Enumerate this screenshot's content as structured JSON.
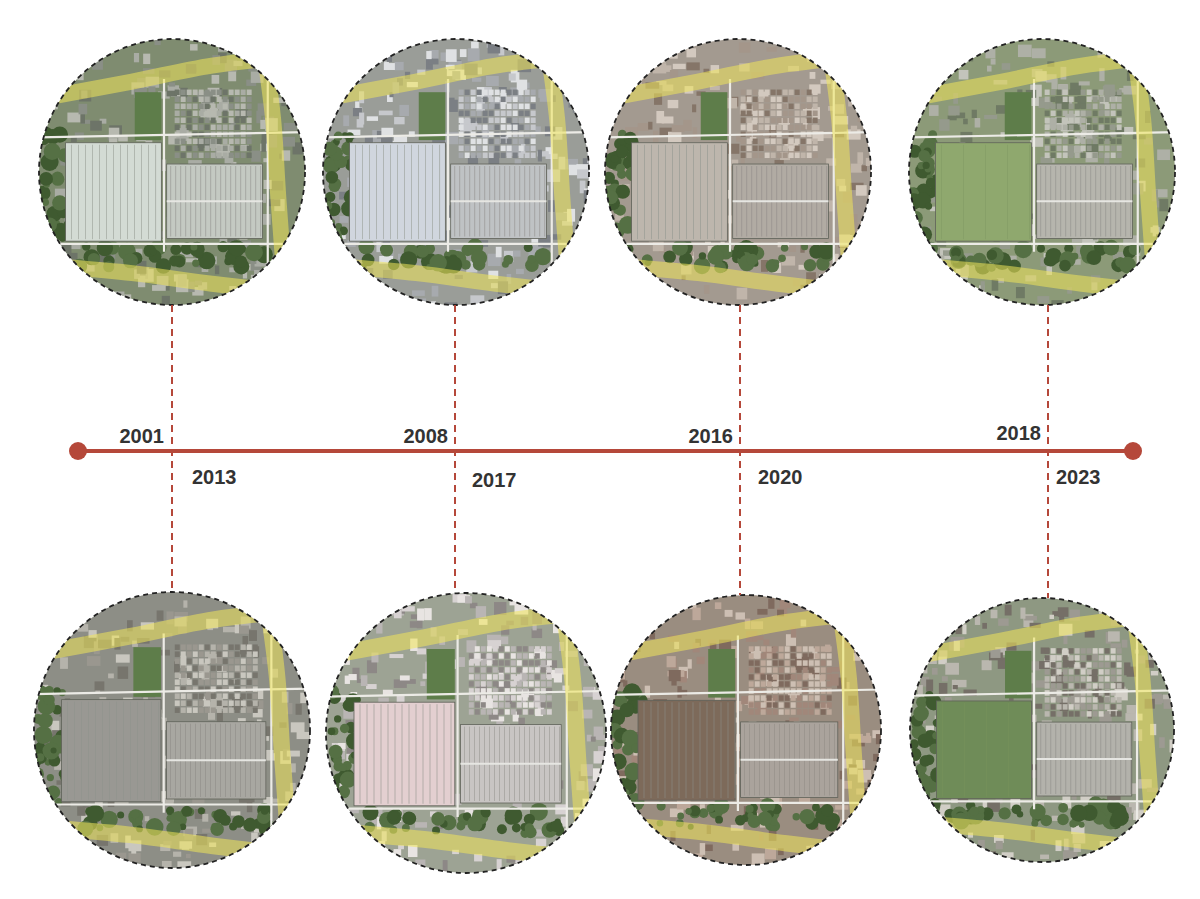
{
  "diagram": {
    "labels": [
      "2001",
      "2008",
      "2016",
      "2018",
      "2013",
      "2017",
      "2020",
      "2023"
    ]
  }
}
